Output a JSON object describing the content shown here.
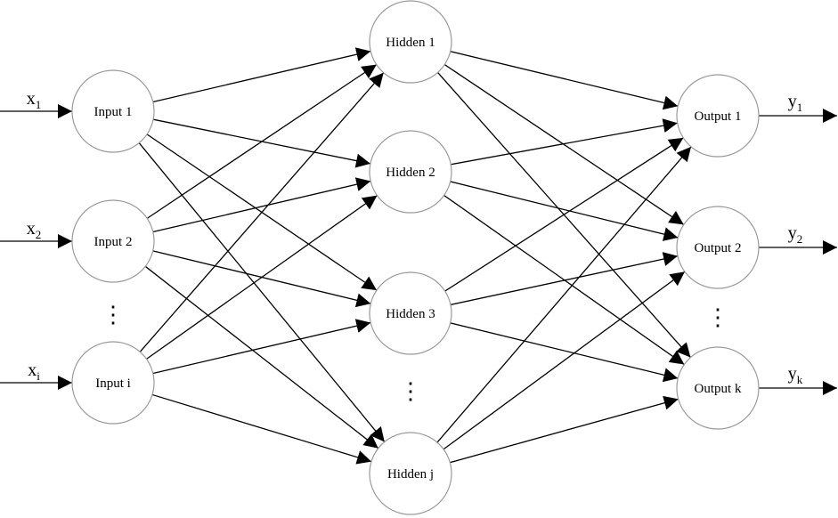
{
  "diagram": {
    "input_layer": {
      "nodes": [
        {
          "id": "in1",
          "label": "Input 1",
          "var": "x",
          "sub": "1"
        },
        {
          "id": "in2",
          "label": "Input 2",
          "var": "x",
          "sub": "2"
        },
        {
          "id": "ini",
          "label": "Input i",
          "var": "x",
          "sub": "i"
        }
      ],
      "ellipsis": "⋮"
    },
    "hidden_layer": {
      "nodes": [
        {
          "id": "h1",
          "label": "Hidden 1"
        },
        {
          "id": "h2",
          "label": "Hidden 2"
        },
        {
          "id": "h3",
          "label": "Hidden 3"
        },
        {
          "id": "hj",
          "label": "Hidden j"
        }
      ],
      "ellipsis": "⋮"
    },
    "output_layer": {
      "nodes": [
        {
          "id": "o1",
          "label": "Output 1",
          "var": "y",
          "sub": "1"
        },
        {
          "id": "o2",
          "label": "Output 2",
          "var": "y",
          "sub": "2"
        },
        {
          "id": "ok",
          "label": "Output k",
          "var": "y",
          "sub": "k"
        }
      ],
      "ellipsis": "⋮"
    },
    "connections": "fully-connected",
    "colors": {
      "edge": "#000000",
      "node_stroke": "#9a9a9a",
      "node_fill": "#ffffff"
    }
  }
}
